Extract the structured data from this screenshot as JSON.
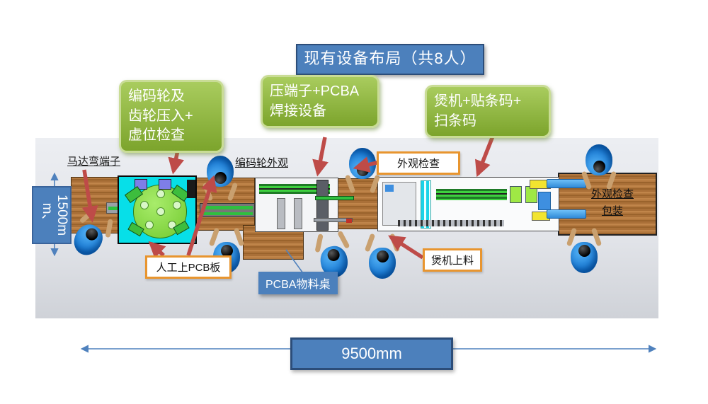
{
  "title": "现有设备布局（共8人）",
  "callouts": {
    "encoder_gear": "编码轮及\n齿轮压入+\n虚位检查",
    "terminal_pcba": "压端子+PCBA\n焊接设备",
    "burn_in": "煲机+贴条码+\n扫条码"
  },
  "station_labels": {
    "motor_bend_terminal": "马达弯端子",
    "encoder_wheel_appearance": "编码轮外观",
    "appearance_check": "外观检查",
    "manual_pcb_loading": "人工上PCB板",
    "pcba_material_table": "PCBA物料桌",
    "burn_in_loading": "煲机上料",
    "final_appearance_check": "外观检查",
    "packing": "包装"
  },
  "dimensions": {
    "line_length": "9500mm",
    "line_depth": "1500mm、"
  },
  "colors": {
    "callout_green": "#84AD32",
    "box_blue": "#4C80BC",
    "arrow_red": "#BE4B48",
    "dimension_blue": "#4F81BD",
    "highlight_orange": "#E8952F"
  }
}
